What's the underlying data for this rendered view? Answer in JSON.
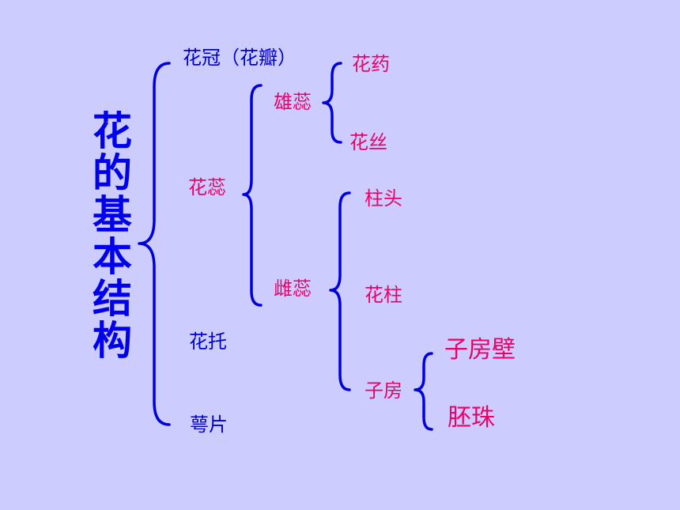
{
  "title": "花的基本结构",
  "level1": {
    "corolla": "花冠（花瓣）",
    "pistil_stamen": "花蕊",
    "receptacle": "花托",
    "sepal": "萼片"
  },
  "level2": {
    "stamen": "雄蕊",
    "pistil": "雌蕊"
  },
  "level3": {
    "anther": "花药",
    "filament": "花丝",
    "stigma": "柱头",
    "style": "花柱",
    "ovary": "子房"
  },
  "level4": {
    "ovary_wall": "子房壁",
    "ovule": "胚珠"
  },
  "colors": {
    "background": "#ccccff",
    "title": "#0000ee",
    "level1_text": "#0000cc",
    "highlight_text": "#ee0066",
    "brace": "#0000dd"
  }
}
